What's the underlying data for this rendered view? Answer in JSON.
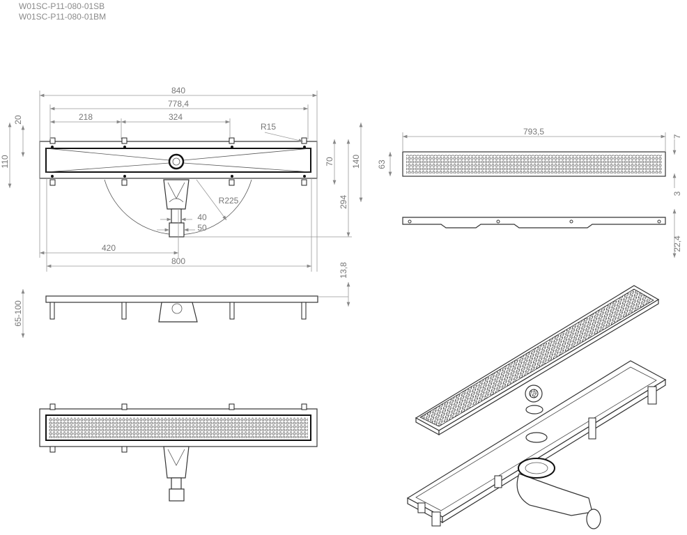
{
  "product_codes": [
    "W01SC-P11-080-01SB",
    "W01SC-P11-080-01BM"
  ],
  "dimensions": {
    "overall_length": "840",
    "feet_span": "778,4",
    "foot_spacing_outer": "218",
    "foot_spacing_middle": "324",
    "foot_radius": "R15",
    "flange": "20",
    "channel_height": "110",
    "inner_width": "70",
    "foot_width": "140",
    "outlet_depth": "294",
    "rotation_radius": "R225",
    "outlet_inner": "40",
    "outlet_outer": "50",
    "outlet_offset": "420",
    "channel_length": "800",
    "side_height": "13,8",
    "adjust_height": "65-100",
    "grate_length": "793,5",
    "grate_top": "7",
    "grate_width": "63",
    "grate_gap": "3",
    "grate_profile": "22,4"
  }
}
